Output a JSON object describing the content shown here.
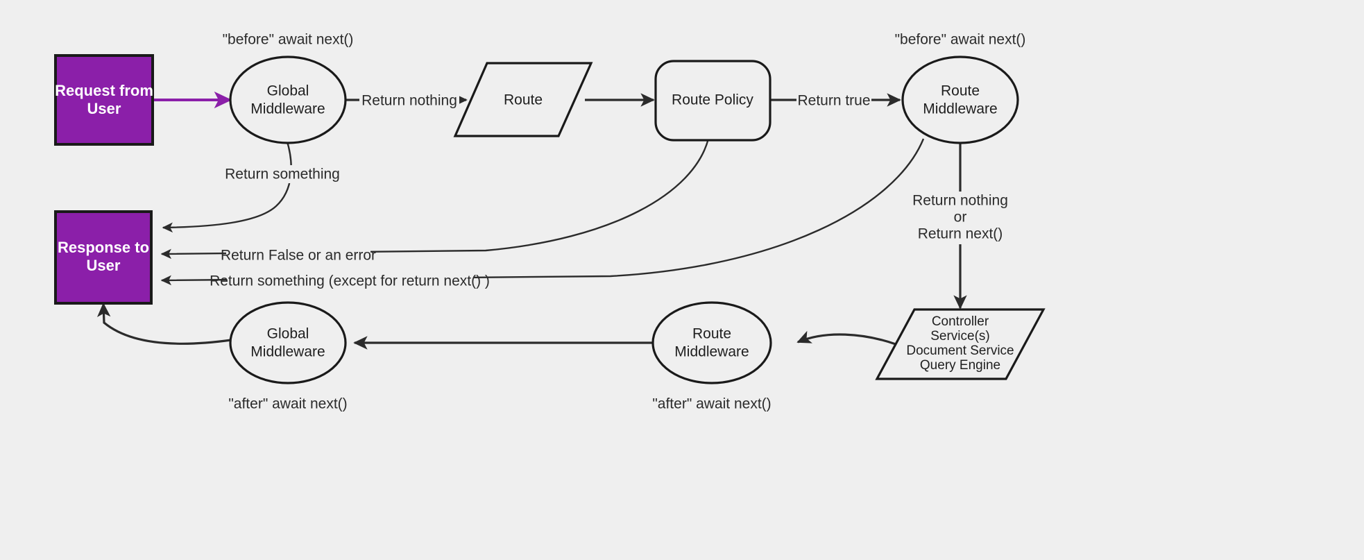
{
  "diagram": {
    "title": "Request / Response middleware lifecycle flowchart",
    "background_color": "#efefef",
    "accent_color": "#8b1fa9",
    "stroke_color": "#1a1a1a"
  },
  "nodes": {
    "request_from_user": {
      "line1": "Request from",
      "line2": "User",
      "shape": "rectangle",
      "fill": "#8b1fa9"
    },
    "global_middleware_before": {
      "line1": "Global",
      "line2": "Middleware",
      "shape": "ellipse"
    },
    "route": {
      "line1": "Route",
      "shape": "parallelogram"
    },
    "route_policy": {
      "line1": "Route Policy",
      "shape": "rounded-rectangle"
    },
    "route_middleware_before": {
      "line1": "Route",
      "line2": "Middleware",
      "shape": "ellipse"
    },
    "controller": {
      "line1": "Controller",
      "line2": "Service(s)",
      "line3": "Document Service",
      "line4": "Query Engine",
      "shape": "parallelogram"
    },
    "route_middleware_after": {
      "line1": "Route",
      "line2": "Middleware",
      "shape": "ellipse"
    },
    "global_middleware_after": {
      "line1": "Global",
      "line2": "Middleware",
      "shape": "ellipse"
    },
    "response_to_user": {
      "line1": "Response to",
      "line2": "User",
      "shape": "rectangle",
      "fill": "#8b1fa9"
    }
  },
  "annotations": {
    "before_global": "\"before\" await next()",
    "before_route_mw": "\"before\" await next()",
    "after_global": "\"after\" await next()",
    "after_route_mw": "\"after\" await next()"
  },
  "edges": [
    {
      "id": "request-to-global-mw",
      "label": "",
      "from": "request_from_user",
      "to": "global_middleware_before",
      "color": "#8b1fa9"
    },
    {
      "id": "global-mw-to-route",
      "label": "Return nothing",
      "from": "global_middleware_before",
      "to": "route"
    },
    {
      "id": "route-to-policy",
      "label": "",
      "from": "route",
      "to": "route_policy"
    },
    {
      "id": "policy-to-route-mw",
      "label": "Return true",
      "from": "route_policy",
      "to": "route_middleware_before"
    },
    {
      "id": "global-mw-to-response",
      "label": "Return something",
      "from": "global_middleware_before",
      "to": "response_to_user"
    },
    {
      "id": "policy-to-response",
      "label": "Return False or an error",
      "from": "route_policy",
      "to": "response_to_user"
    },
    {
      "id": "route-mw-to-response",
      "label": "Return something (except for return next() )",
      "from": "route_middleware_before",
      "to": "response_to_user"
    },
    {
      "id": "route-mw-to-controller",
      "label_line1": "Return nothing",
      "label_line2": "or",
      "label_line3": "Return next()",
      "from": "route_middleware_before",
      "to": "controller"
    },
    {
      "id": "controller-to-route-mw-after",
      "label": "",
      "from": "controller",
      "to": "route_middleware_after"
    },
    {
      "id": "route-mw-after-to-global-mw-after",
      "label": "",
      "from": "route_middleware_after",
      "to": "global_middleware_after"
    },
    {
      "id": "global-mw-after-to-response",
      "label": "",
      "from": "global_middleware_after",
      "to": "response_to_user"
    }
  ]
}
